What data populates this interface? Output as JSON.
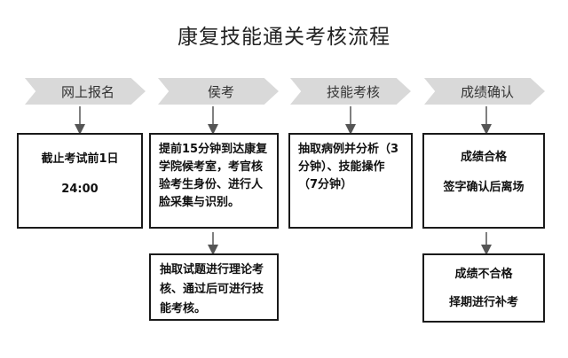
{
  "title": "康复技能通关考核流程",
  "steps": [
    "网上报名",
    "侯考",
    "技能考核",
    "成绩确认"
  ],
  "boxes": {
    "deadline": [
      "截止考试前1日",
      "24:00"
    ],
    "waiting": "提前15分钟到达康复学院候考室，考官核验考生身份、进行人脸采集与识别。",
    "theory": "抽取试题进行理论考核、通过后可进行技能考核。",
    "skill": "抽取病例并分析（3分钟）、技能操作（7分钟）",
    "pass": [
      "成绩合格",
      "签字确认后离场"
    ],
    "fail": [
      "成绩不合格",
      "择期进行补考"
    ]
  }
}
